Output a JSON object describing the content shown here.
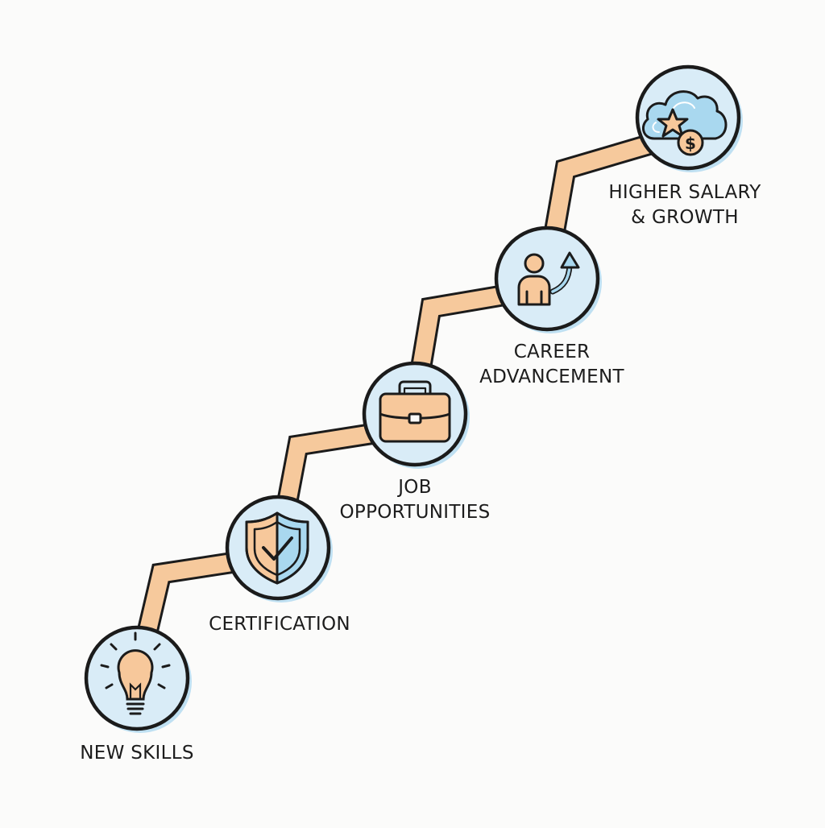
{
  "steps": [
    {
      "id": "new-skills",
      "lines": [
        "NEW SKILLS"
      ],
      "icon": "lightbulb-icon"
    },
    {
      "id": "certification",
      "lines": [
        "CERTIFICATION"
      ],
      "icon": "shield-check-icon"
    },
    {
      "id": "job-opportunities",
      "lines": [
        "JOB",
        "OPPORTUNITIES"
      ],
      "icon": "briefcase-icon"
    },
    {
      "id": "career-advancement",
      "lines": [
        "CAREER",
        "ADVANCEMENT"
      ],
      "icon": "person-arrow-up-icon"
    },
    {
      "id": "higher-salary",
      "lines": [
        "HIGHER SALARY",
        "& GROWTH"
      ],
      "icon": "cloud-star-dollar-icon"
    }
  ],
  "colors": {
    "path": "#f6c99c",
    "outline": "#1b1b1b",
    "circle_fill": "#d9ecf7",
    "circle_shadow": "#bfe0f2",
    "accent_orange": "#f7c89b",
    "accent_blue": "#a9d8ef",
    "background": "#fbfbfa"
  }
}
